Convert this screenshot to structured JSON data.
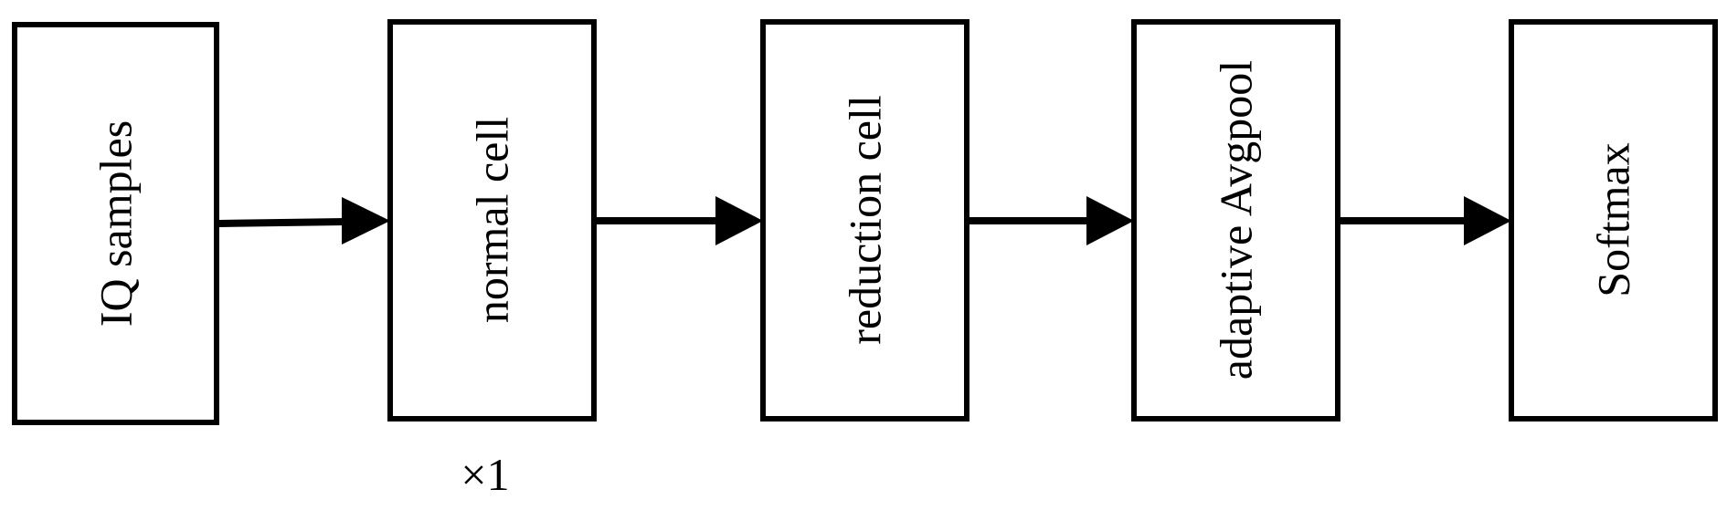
{
  "diagram": {
    "boxes": [
      {
        "id": "iq-samples",
        "label": "IQ samples"
      },
      {
        "id": "normal-cell",
        "label": "normal cell"
      },
      {
        "id": "reduction-cell",
        "label": "reduction cell"
      },
      {
        "id": "adaptive-avgpool",
        "label": "adaptive Avgpool"
      },
      {
        "id": "softmax",
        "label": "Softmax"
      }
    ],
    "repeat_label": "×1"
  }
}
